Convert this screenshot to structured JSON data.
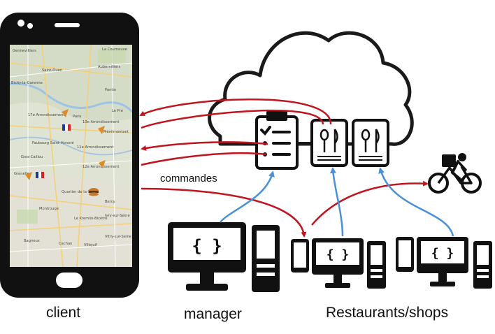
{
  "labels": {
    "client": "client",
    "manager": "manager",
    "restaurants_shops": "Restaurants/shops",
    "commandes": "commandes"
  },
  "map_labels": [
    "Gennevilliers",
    "La Courneuve",
    "Aubervilliers",
    "Saint-Ouen",
    "Bichy-la-Garenne",
    "Pantin",
    "Le Pré",
    "Paris",
    "17e Arrondissement",
    "10e Arrondissement",
    "Ménilmontant",
    "Faubourg Saint-Honoré",
    "11e Arrondissement",
    "Gros-Caillou",
    "12e Arrondissement",
    "Grenelle",
    "Quartier de la Gare",
    "Montrouge",
    "Bercy",
    "Le Kremlin-Bicêtre",
    "Ivry-sur-Seine",
    "Cachan",
    "Villejuif",
    "Bagneux",
    "Vitry-sur-Seine"
  ],
  "colors": {
    "order_flow": "#c0141e",
    "code_flow": "#4a90d9",
    "outline": "#1a1a1a"
  },
  "icons": [
    "smartphone-icon",
    "cloud-icon",
    "clipboard-icon",
    "menu-card-icon",
    "monitor-icon",
    "tower-pc-icon",
    "bicycle-courier-icon",
    "burger-icon",
    "pizza-icon"
  ]
}
